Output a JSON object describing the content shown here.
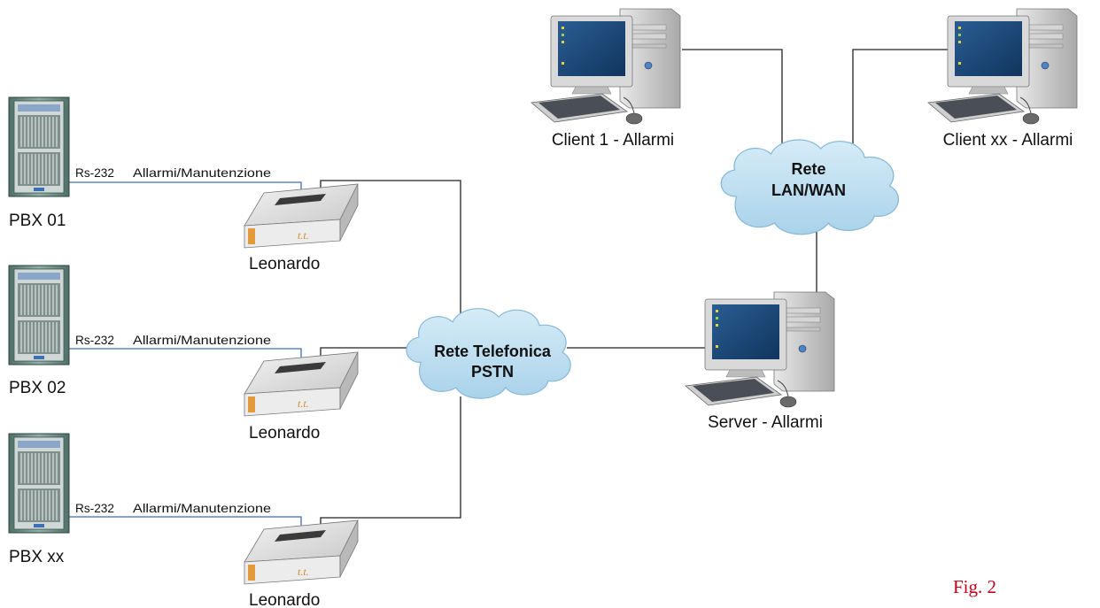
{
  "pbx": [
    {
      "label": "PBX 01",
      "link_type": "Rs-232",
      "link_purpose": "Allarmi/Manutenzione",
      "modem_label": "Leonardo"
    },
    {
      "label": "PBX 02",
      "link_type": "Rs-232",
      "link_purpose": "Allarmi/Manutenzione",
      "modem_label": "Leonardo"
    },
    {
      "label": "PBX xx",
      "link_type": "Rs-232",
      "link_purpose": "Allarmi/Manutenzione",
      "modem_label": "Leonardo"
    }
  ],
  "clouds": {
    "pstn": {
      "line1": "Rete Telefonica",
      "line2": "PSTN"
    },
    "lan": {
      "line1": "Rete",
      "line2": "LAN/WAN"
    }
  },
  "computers": {
    "client1": "Client 1 - Allarmi",
    "clientxx": "Client xx - Allarmi",
    "server": "Server - Allarmi"
  },
  "figure_label": "Fig. 2",
  "colors": {
    "cloud_fill": "#b9ddee",
    "rs232_line": "#3b6fb6",
    "network_line": "#222222",
    "figure_label": "#c0001a",
    "rack_body": "#6f8f86",
    "screen": "#1a4a7a"
  }
}
